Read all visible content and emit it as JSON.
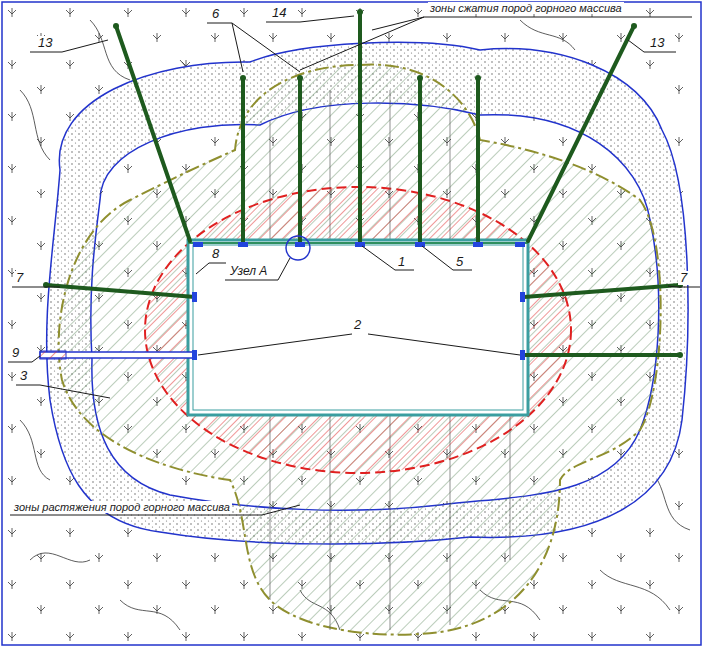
{
  "diagram": {
    "labels": [
      "зоны сжатия пород горного массива",
      "13",
      "6",
      "14",
      "13",
      "1",
      "5",
      "Узел А",
      "8",
      "7",
      "7",
      "2",
      "9",
      "3",
      "зоны растяжения пород горного массива"
    ]
  }
}
